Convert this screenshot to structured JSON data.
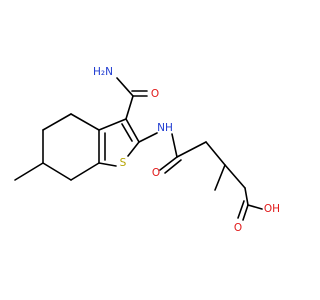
{
  "molecule": {
    "atoms": {
      "amide_n": "H₂N",
      "amide_o": "O",
      "nh": "NH",
      "s": "S",
      "carbonyl_o": "O",
      "acid_o": "O",
      "acid_oh": "OH"
    },
    "colors": {
      "bond": "#000000",
      "nitrogen": "#1e3bd1",
      "oxygen": "#e11919",
      "sulfur": "#b5a300"
    }
  }
}
